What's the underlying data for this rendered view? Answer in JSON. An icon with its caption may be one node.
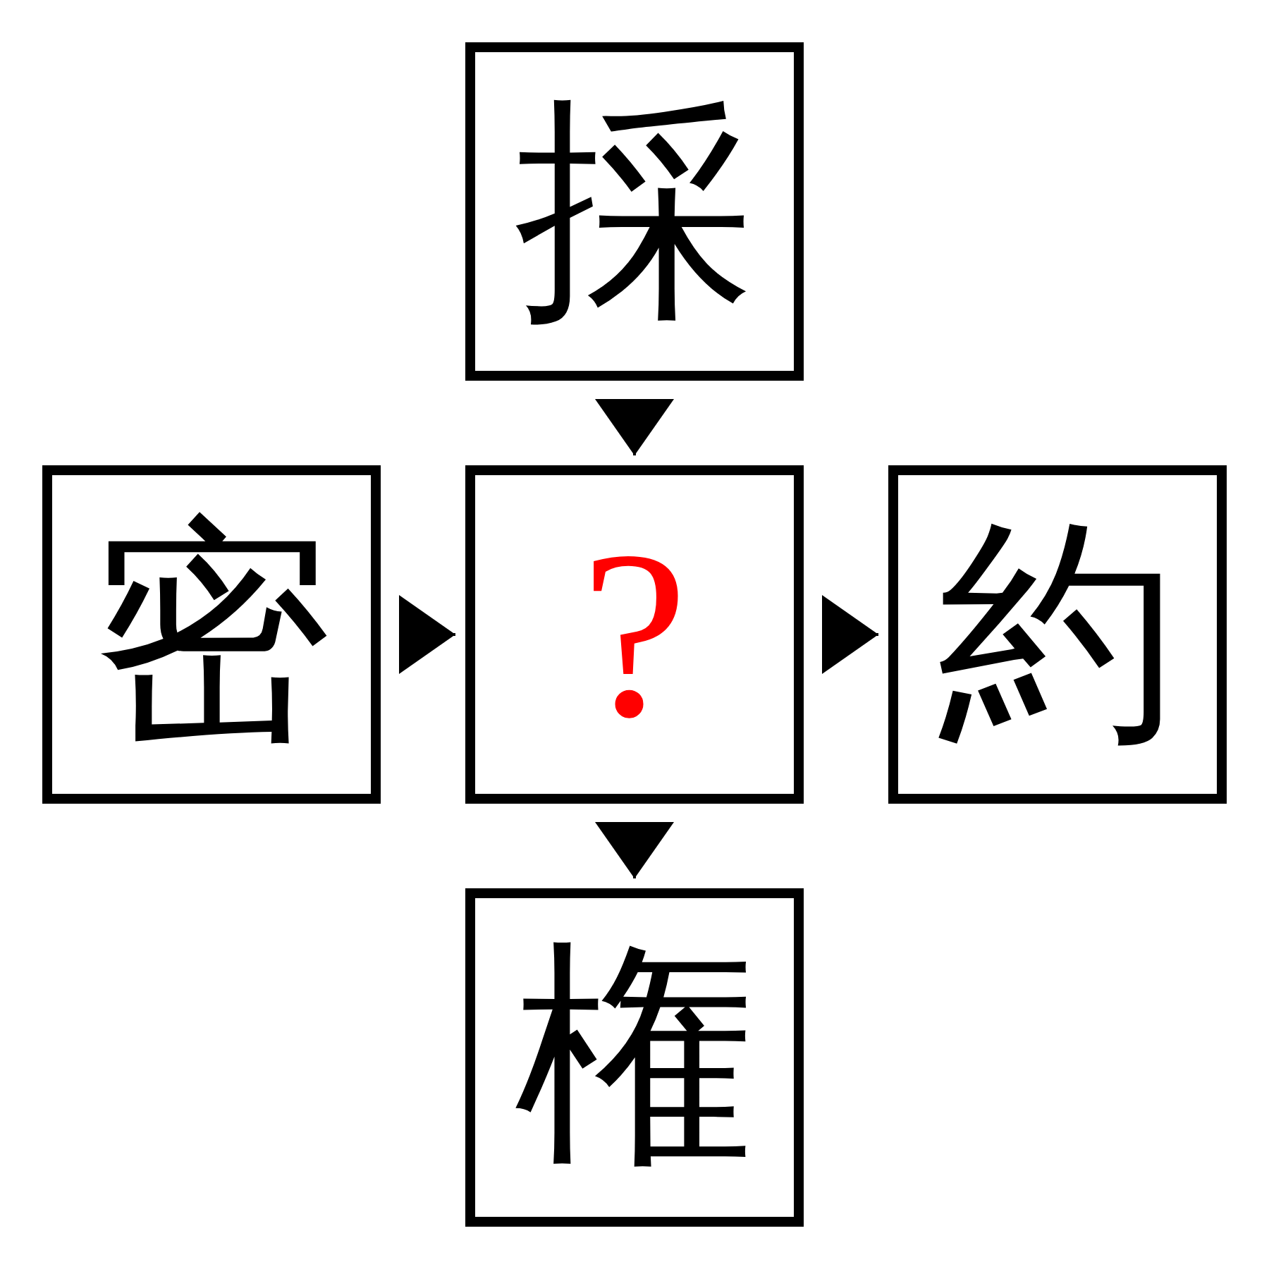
{
  "diagram": {
    "nodes": [
      {
        "text": [
          "採"
        ]
      },
      {
        "text": [
          "密"
        ]
      },
      {
        "text": [
          "?"
        ]
      },
      {
        "text": [
          "約"
        ]
      },
      {
        "text": [
          "権"
        ]
      }
    ],
    "edges": [
      {
        "from": 0,
        "to": 2,
        "arrow": "to"
      },
      {
        "from": 1,
        "to": 2,
        "arrow": "to"
      },
      {
        "from": 2,
        "to": 3,
        "arrow": "to"
      },
      {
        "from": 2,
        "to": 4,
        "arrow": "to"
      }
    ]
  }
}
